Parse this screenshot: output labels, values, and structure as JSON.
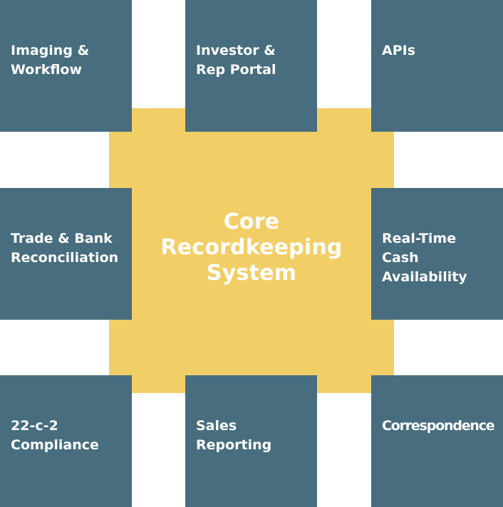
{
  "colors": {
    "tile": "#476d7e",
    "center": "#f2ce67",
    "text": "#ffffff"
  },
  "center": {
    "title": "Core\nRecordkeeping\nSystem"
  },
  "tiles": [
    {
      "label": "Imaging &\nWorkflow"
    },
    {
      "label": "Investor &\nRep Portal"
    },
    {
      "label": "APIs"
    },
    {
      "label": "Trade & Bank\nReconciliation"
    },
    {
      "label": "Real-Time\nCash\nAvailability"
    },
    {
      "label": "22-c-2\nCompliance"
    },
    {
      "label": "Sales\nReporting"
    },
    {
      "label": "Correspondence"
    }
  ]
}
